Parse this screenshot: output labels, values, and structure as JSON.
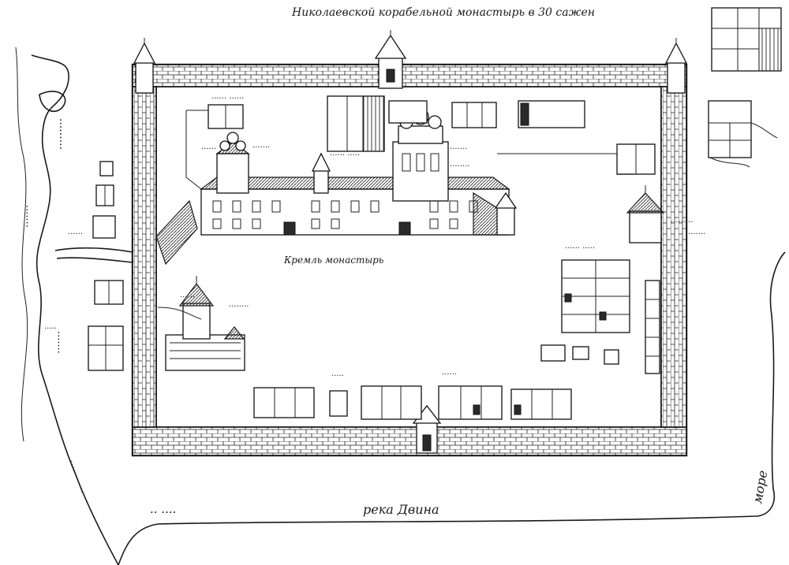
{
  "labels": {
    "top_caption": "Николаевской корабельной монастырь в 30 сажен",
    "bottom_caption": "река Двина",
    "side_river_label": "море",
    "mid_caption": "Кремль монастырь"
  },
  "colors": {
    "ink": "#1a1a1a",
    "paper": "#ffffff"
  }
}
